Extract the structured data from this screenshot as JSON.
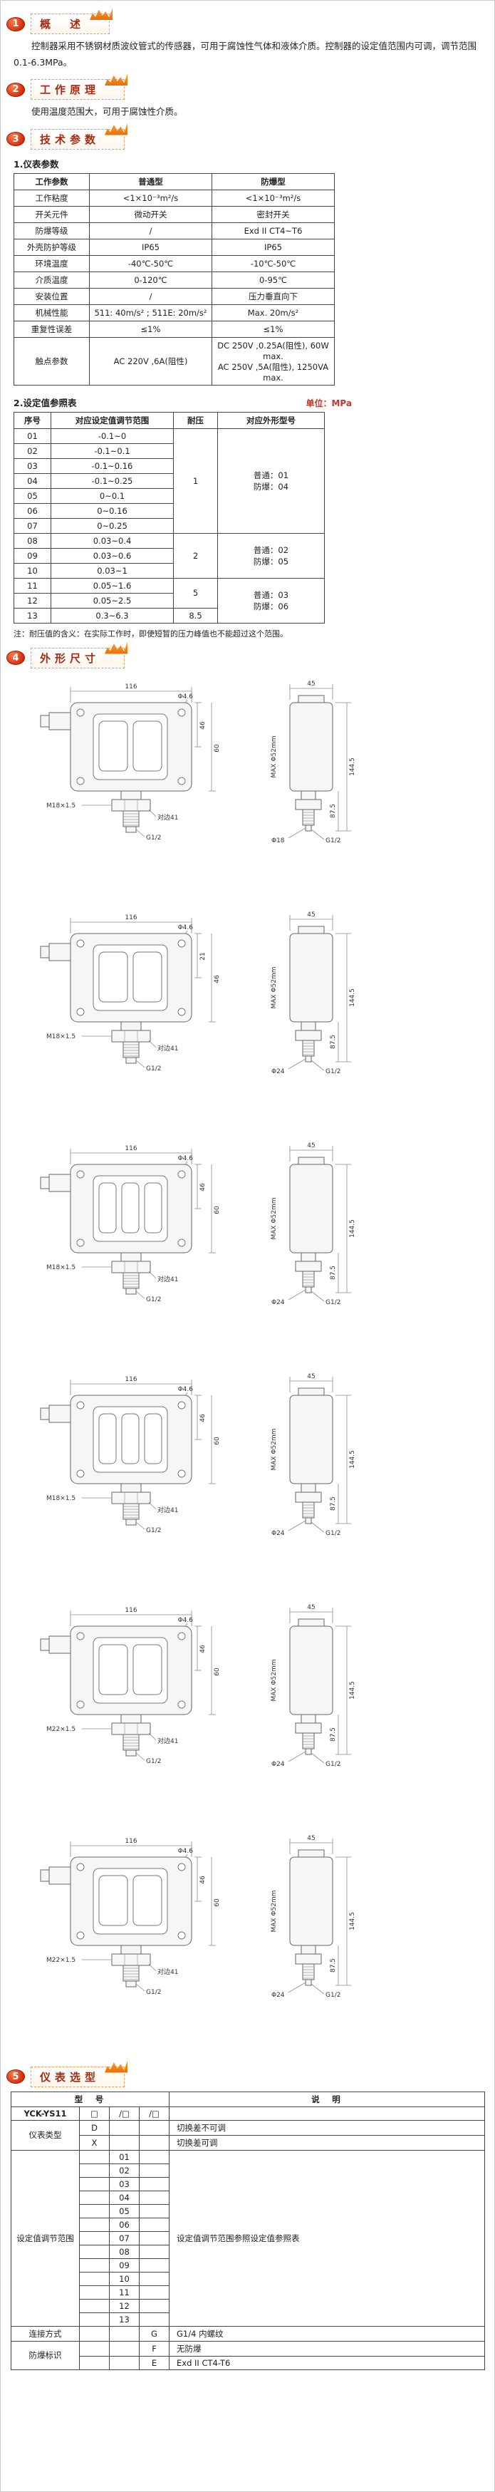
{
  "page": {
    "accent_red": "#d52806",
    "accent_orange": "#ef6c00"
  },
  "overview": {
    "num": "1",
    "title": "概　述",
    "body": "控制器采用不锈钢材质波纹管式的传感器，可用于腐蚀性气体和液体介质。控制器的设定值范围内可调，调节范围0.1-6.3MPa。"
  },
  "principle": {
    "num": "2",
    "title": "工作原理",
    "body": "使用温度范围大，可用于腐蚀性介质。"
  },
  "tech": {
    "num": "3",
    "title": "技术参数",
    "sub1": "1.仪表参数",
    "table1": {
      "headers": [
        "工作参数",
        "普通型",
        "防爆型"
      ],
      "rows": [
        [
          "工作粘度",
          "<1×10⁻³m²/s",
          "<1×10⁻³m²/s"
        ],
        [
          "开关元件",
          "微动开关",
          "密封开关"
        ],
        [
          "防爆等级",
          "/",
          "Exd II CT4~T6"
        ],
        [
          "外壳防护等级",
          "IP65",
          "IP65"
        ],
        [
          "环境温度",
          "-40℃-50℃",
          "-10℃-50℃"
        ],
        [
          "介质温度",
          "0-120℃",
          "0-95℃"
        ],
        [
          "安装位置",
          "/",
          "压力垂直向下"
        ],
        [
          "机械性能",
          "511: 40m/s² ;  511E: 20m/s²",
          "Max. 20m/s²"
        ],
        [
          "重复性误差",
          "≤1%",
          "≤1%"
        ],
        [
          "触点参数",
          "AC 220V ,6A(阻性)",
          "DC 250V ,0.25A(阻性), 60W max.\nAC 250V ,5A(阻性), 1250VA max."
        ]
      ]
    },
    "sub2": "2.设定值参照表",
    "unit": "单位：MPa",
    "table2": {
      "headers": [
        "序号",
        "对应设定值调节范围",
        "耐压",
        "对应外形型号"
      ],
      "rows": [
        {
          "no": "01",
          "range": "-0.1~0"
        },
        {
          "no": "02",
          "range": "-0.1~0.1"
        },
        {
          "no": "03",
          "range": "-0.1~0.16"
        },
        {
          "no": "04",
          "range": "-0.1~0.25"
        },
        {
          "no": "05",
          "range": "0~0.1"
        },
        {
          "no": "06",
          "range": "0~0.16"
        },
        {
          "no": "07",
          "range": "0~0.25"
        },
        {
          "no": "08",
          "range": "0.03~0.4"
        },
        {
          "no": "09",
          "range": "0.03~0.6"
        },
        {
          "no": "10",
          "range": "0.03~1"
        },
        {
          "no": "11",
          "range": "0.05~1.6"
        },
        {
          "no": "12",
          "range": "0.05~2.5"
        },
        {
          "no": "13",
          "range": "0.3~6.3"
        }
      ],
      "pressure_groups": [
        {
          "start": 0,
          "span": 7,
          "value": "1"
        },
        {
          "start": 7,
          "span": 3,
          "value": "2"
        },
        {
          "start": 10,
          "span": 2,
          "value": "5"
        },
        {
          "start": 12,
          "span": 1,
          "value": "8.5"
        }
      ],
      "model_groups": [
        {
          "start": 0,
          "span": 7,
          "value": "普通：01\n防爆：04"
        },
        {
          "start": 7,
          "span": 3,
          "value": "普通：02\n防爆：05"
        },
        {
          "start": 10,
          "span": 3,
          "value": "普通：03\n防爆：06"
        }
      ],
      "note": "注：耐压值的含义：在实际工作时，即使短暂的压力峰值也不能超过这个范围。"
    }
  },
  "dimensions": {
    "num": "4",
    "title": "外形尺寸",
    "drawings": [
      {
        "thread": "M18×1.5",
        "front_top": "116",
        "front_left_a": "46",
        "front_left_b": "60",
        "flats": "对边41",
        "side_top": "45",
        "side_height": "144.5",
        "side_mid": "87.5",
        "max_label": "MAX Φ52mm",
        "bottom_thread": "G1/2",
        "hole": "Φ4.6",
        "tip_dia": "Φ18",
        "windows": 2
      },
      {
        "thread": "M18×1.5",
        "front_top": "116",
        "front_left_a": "21",
        "front_left_b": "46",
        "flats": "对边41",
        "side_top": "45",
        "side_height": "144.5",
        "side_mid": "87.5",
        "max_label": "MAX Φ52mm",
        "bottom_thread": "G1/2",
        "hole": "Φ4.6",
        "tip_dia": "Φ24",
        "windows": 2
      },
      {
        "thread": "M18×1.5",
        "front_top": "116",
        "front_left_a": "46",
        "front_left_b": "60",
        "flats": "对边41",
        "side_top": "45",
        "side_height": "144.5",
        "side_mid": "87.5",
        "max_label": "MAX Φ52mm",
        "bottom_thread": "G1/2",
        "hole": "Φ4.6",
        "tip_dia": "Φ24",
        "windows": 3
      },
      {
        "thread": "M18×1.5",
        "front_top": "116",
        "front_left_a": "46",
        "front_left_b": "60",
        "flats": "对边41",
        "side_top": "45",
        "side_height": "144.5",
        "side_mid": "87.5",
        "max_label": "MAX Φ52mm",
        "bottom_thread": "G1/2",
        "hole": "Φ4.6",
        "tip_dia": "Φ24",
        "windows": 3
      },
      {
        "thread": "M22×1.5",
        "front_top": "116",
        "front_left_a": "46",
        "front_left_b": "60",
        "flats": "对边41",
        "side_top": "45",
        "side_height": "144.5",
        "side_mid": "87.5",
        "max_label": "MAX Φ52mm",
        "bottom_thread": "G1/2",
        "hole": "Φ4.6",
        "tip_dia": "Φ24",
        "windows": 2
      },
      {
        "thread": "M22×1.5",
        "front_top": "116",
        "front_left_a": "46",
        "front_left_b": "60",
        "flats": "对边41",
        "side_top": "45",
        "side_height": "144.5",
        "side_mid": "87.5",
        "max_label": "MAX Φ52mm",
        "bottom_thread": "G1/2",
        "hole": "Φ4.6",
        "tip_dia": "Φ24",
        "windows": 2
      }
    ]
  },
  "selection": {
    "num": "5",
    "title": "仪表选型",
    "table": {
      "model_header": "型　号",
      "desc_header": "说　明",
      "model": "YCK-YS11",
      "boxes": [
        "□",
        "/□",
        "/□"
      ],
      "groups": [
        {
          "label": "仪表类型",
          "col": 0,
          "items": [
            {
              "code": "D",
              "desc": "切换差不可调"
            },
            {
              "code": "X",
              "desc": "切换差可调"
            }
          ]
        },
        {
          "label": "设定值调节范围",
          "col": 1,
          "desc": "设定值调节范围参照设定值参照表",
          "items": [
            {
              "code": "01"
            },
            {
              "code": "02"
            },
            {
              "code": "03"
            },
            {
              "code": "04"
            },
            {
              "code": "05"
            },
            {
              "code": "06"
            },
            {
              "code": "07"
            },
            {
              "code": "08"
            },
            {
              "code": "09"
            },
            {
              "code": "10"
            },
            {
              "code": "11"
            },
            {
              "code": "12"
            },
            {
              "code": "13"
            }
          ]
        },
        {
          "label": "连接方式",
          "col": 2,
          "items": [
            {
              "code": "G",
              "desc": "G1/4 内螺纹"
            }
          ]
        },
        {
          "label": "防爆标识",
          "col": 2,
          "items": [
            {
              "code": "F",
              "desc": "无防爆"
            },
            {
              "code": "E",
              "desc": "Exd II CT4-T6"
            }
          ]
        }
      ]
    }
  }
}
